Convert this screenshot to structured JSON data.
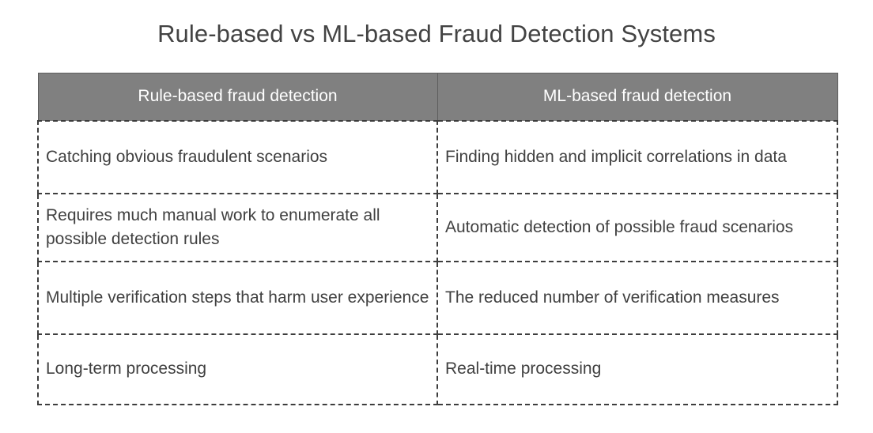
{
  "title": "Rule-based vs ML-based Fraud Detection Systems",
  "colors": {
    "header_background": "#808080",
    "header_text": "#ffffff",
    "body_text": "#404040",
    "title_text": "#434343",
    "border_dashed": "#3d3d3d",
    "page_background": "#ffffff"
  },
  "table": {
    "columns": [
      {
        "label": "Rule-based fraud detection"
      },
      {
        "label": "ML-based fraud detection"
      }
    ],
    "rows": [
      {
        "rule_based": "Catching obvious fraudulent scenarios",
        "ml_based": "Finding hidden and implicit correlations in data"
      },
      {
        "rule_based": "Requires much manual work to enumerate all possible detection rules",
        "ml_based": "Automatic detection of possible fraud scenarios"
      },
      {
        "rule_based": "Multiple verification steps that harm user experience",
        "ml_based": "The reduced number of verification measures"
      },
      {
        "rule_based": "Long-term processing",
        "ml_based": "Real-time processing"
      }
    ]
  }
}
